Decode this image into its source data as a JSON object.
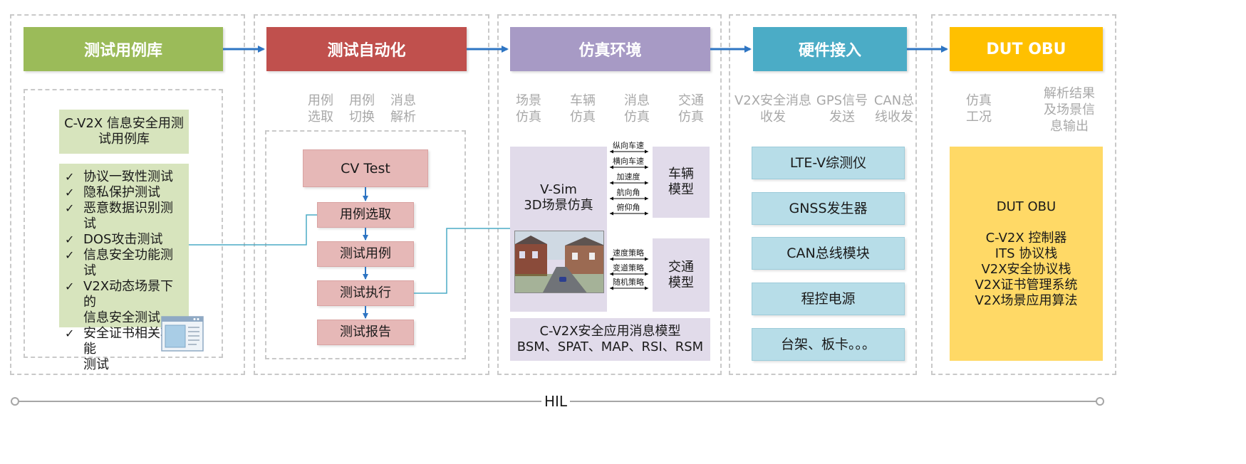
{
  "headers": {
    "test_case_lib": "测试用例库",
    "test_automation": "测试自动化",
    "simulation_env": "仿真环境",
    "hardware_access": "硬件接入",
    "dut_obu": "DUT OBU"
  },
  "colors": {
    "green": "#9bbb59",
    "red": "#c0504d",
    "purple": "#a79ac5",
    "cyan": "#4bacc6",
    "gold": "#ffc000",
    "arrow_blue": "#2e75c3"
  },
  "col1": {
    "library_title": "C-V2X 信息安全用测\n试用例库",
    "checklist": [
      "协议一致性测试",
      "隐私保护测试",
      "恶意数据识别测试",
      "DOS攻击测试",
      "信息安全功能测试",
      "V2X动态场景下的\n信息安全测试",
      "安全证书相关功能\n测试"
    ],
    "icon": "window-icon"
  },
  "col2": {
    "subheads": [
      "用例\n选取",
      "用例\n切换",
      "消息\n解析"
    ],
    "cvtest": "CV Test",
    "steps": [
      "用例选取",
      "测试用例",
      "测试执行",
      "测试报告"
    ]
  },
  "col3": {
    "subheads": [
      "场景\n仿真",
      "车辆\n仿真",
      "消息\n仿真",
      "交通\n仿真"
    ],
    "vsim": "V-Sim\n3D场景仿真",
    "vehicle_model": "车辆\n模型",
    "traffic_model": "交通\n模型",
    "vehicle_links": [
      "纵向车速",
      "横向车速",
      "加速度",
      "航向角",
      "俯仰角"
    ],
    "traffic_links": [
      "速度策略",
      "变道策略",
      "随机策略"
    ],
    "message_model": "C-V2X安全应用消息模型\nBSM、SPAT、MAP、RSI、RSM"
  },
  "col4": {
    "subheads": [
      "V2X安全消息\n收发",
      "GPS信号\n发送",
      "CAN总\n线收发"
    ],
    "devices": [
      "LTE-V综测仪",
      "GNSS发生器",
      "CAN总线模块",
      "程控电源",
      "台架、板卡。。。"
    ]
  },
  "col5": {
    "subheads": [
      "仿真\n工况",
      "解析结果\n及场景信\n息输出"
    ],
    "dut_title": "DUT OBU",
    "dut_items": "C-V2X 控制器\nITS 协议栈\nV2X安全协议栈\nV2X证书管理系统\nV2X场景应用算法"
  },
  "footer": {
    "label": "HIL"
  }
}
